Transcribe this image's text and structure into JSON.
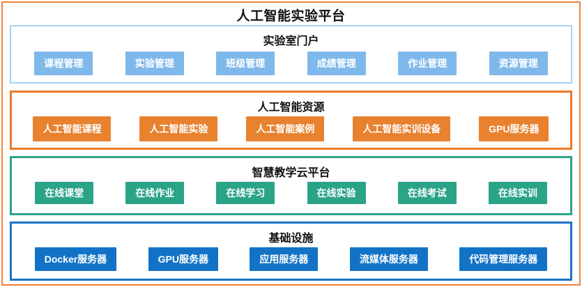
{
  "diagram": {
    "title": "人工智能实验平台",
    "type": "layered-architecture",
    "frame_color": "#ED8039",
    "layers": [
      {
        "id": "portal",
        "title": "实验室门户",
        "border_color": "#A9D2F3",
        "chip_color": "#7FB9EC",
        "items": [
          "课程管理",
          "实验管理",
          "班级管理",
          "成绩管理",
          "作业管理",
          "资源管理"
        ]
      },
      {
        "id": "resource",
        "title": "人工智能资源",
        "border_color": "#E87B26",
        "chip_color": "#E8822F",
        "items": [
          "人工智能课程",
          "人工智能实验",
          "人工智能案例",
          "人工智能实训设备",
          "GPU服务器"
        ]
      },
      {
        "id": "cloud",
        "title": "智慧教学云平台",
        "border_color": "#2BA387",
        "chip_color": "#2BA387",
        "items": [
          "在线课堂",
          "在线作业",
          "在线学习",
          "在线实验",
          "在线考试",
          "在线实训"
        ]
      },
      {
        "id": "infra",
        "title": "基础设施",
        "border_color": "#1B72C4",
        "chip_color": "#1273C6",
        "items": [
          "Docker服务器",
          "GPU服务器",
          "应用服务器",
          "流媒体服务器",
          "代码管理服务器"
        ]
      }
    ]
  }
}
